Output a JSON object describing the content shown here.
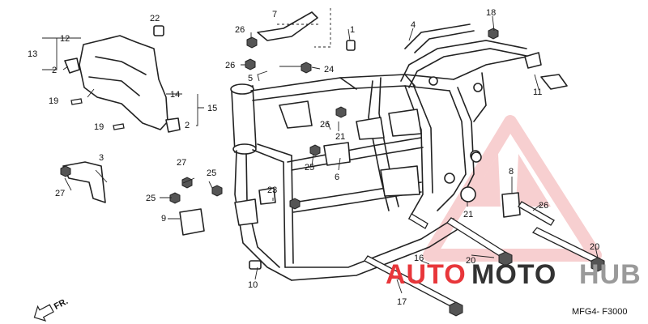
{
  "diagram": {
    "code": "MFG4- F3000",
    "front_marker": "FR.",
    "callouts": [
      "1",
      "2",
      "2",
      "3",
      "4",
      "5",
      "6",
      "7",
      "8",
      "9",
      "10",
      "11",
      "12",
      "13",
      "14",
      "15",
      "16",
      "17",
      "18",
      "19",
      "19",
      "20",
      "20",
      "21",
      "21",
      "22",
      "23",
      "24",
      "25",
      "25",
      "25",
      "26",
      "26",
      "26",
      "26",
      "27",
      "27"
    ]
  },
  "watermark": {
    "text_red": "AUTO",
    "text_dark": "MOTO",
    "text_gray": "HUB",
    "colors": {
      "red": "#e8363a",
      "dark": "#333333",
      "gray": "#9a9a9a",
      "triangle": "#f2a9aa"
    }
  }
}
